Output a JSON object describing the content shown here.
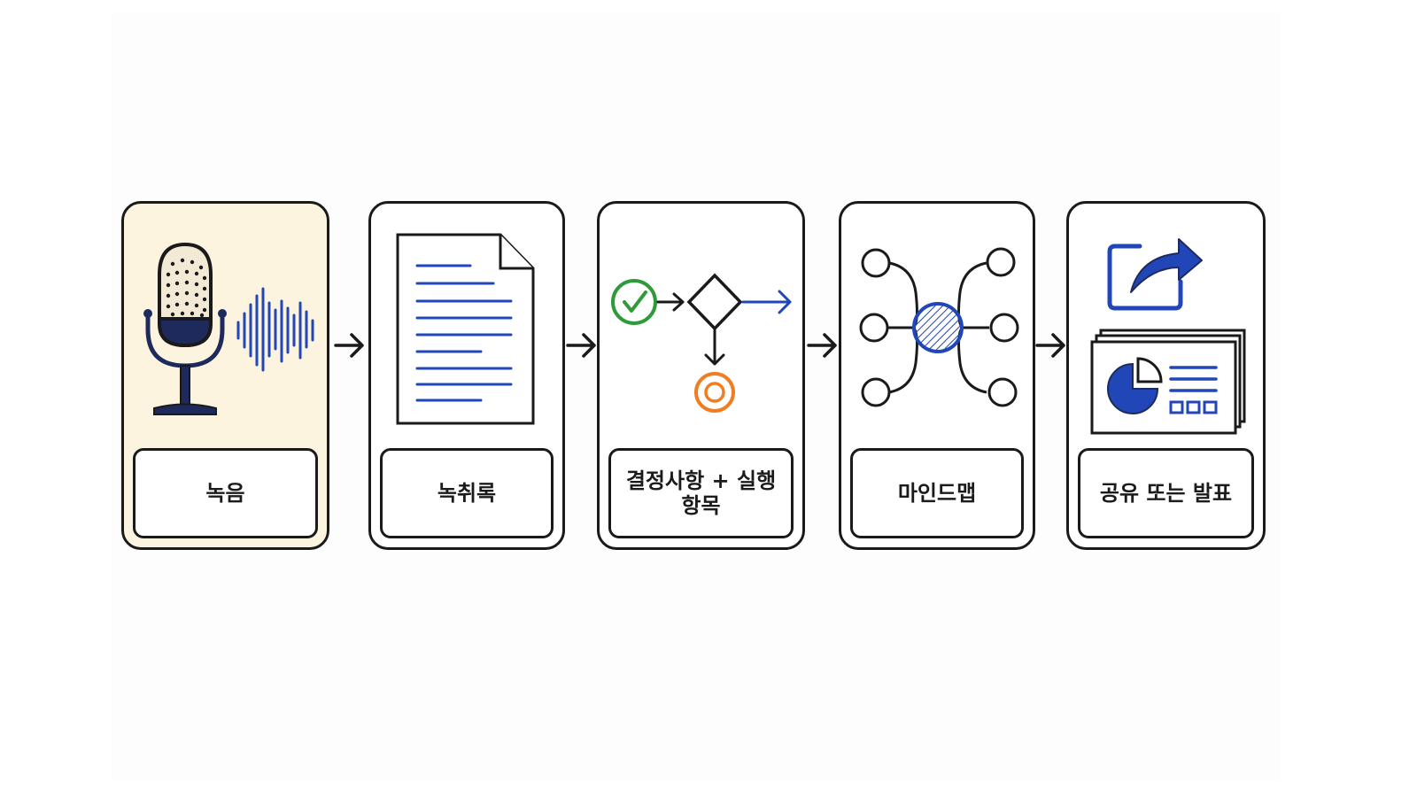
{
  "steps": [
    {
      "label": "녹음",
      "icon": "microphone-soundwave-icon"
    },
    {
      "label": "녹취록",
      "icon": "transcript-document-icon"
    },
    {
      "label": "결정사항 + 실행 항목",
      "icon": "decision-flow-icon"
    },
    {
      "label": "마인드맵",
      "icon": "mind-map-icon"
    },
    {
      "label": "공유 또는 발표",
      "icon": "share-presentation-icon"
    }
  ],
  "colors": {
    "outline": "#1a1a1a",
    "accent_blue": "#2146b8",
    "navy": "#1f2a5c",
    "highlight_bg": "#fdf4e0",
    "check_green": "#2e9a3a",
    "end_orange": "#f07d22"
  }
}
